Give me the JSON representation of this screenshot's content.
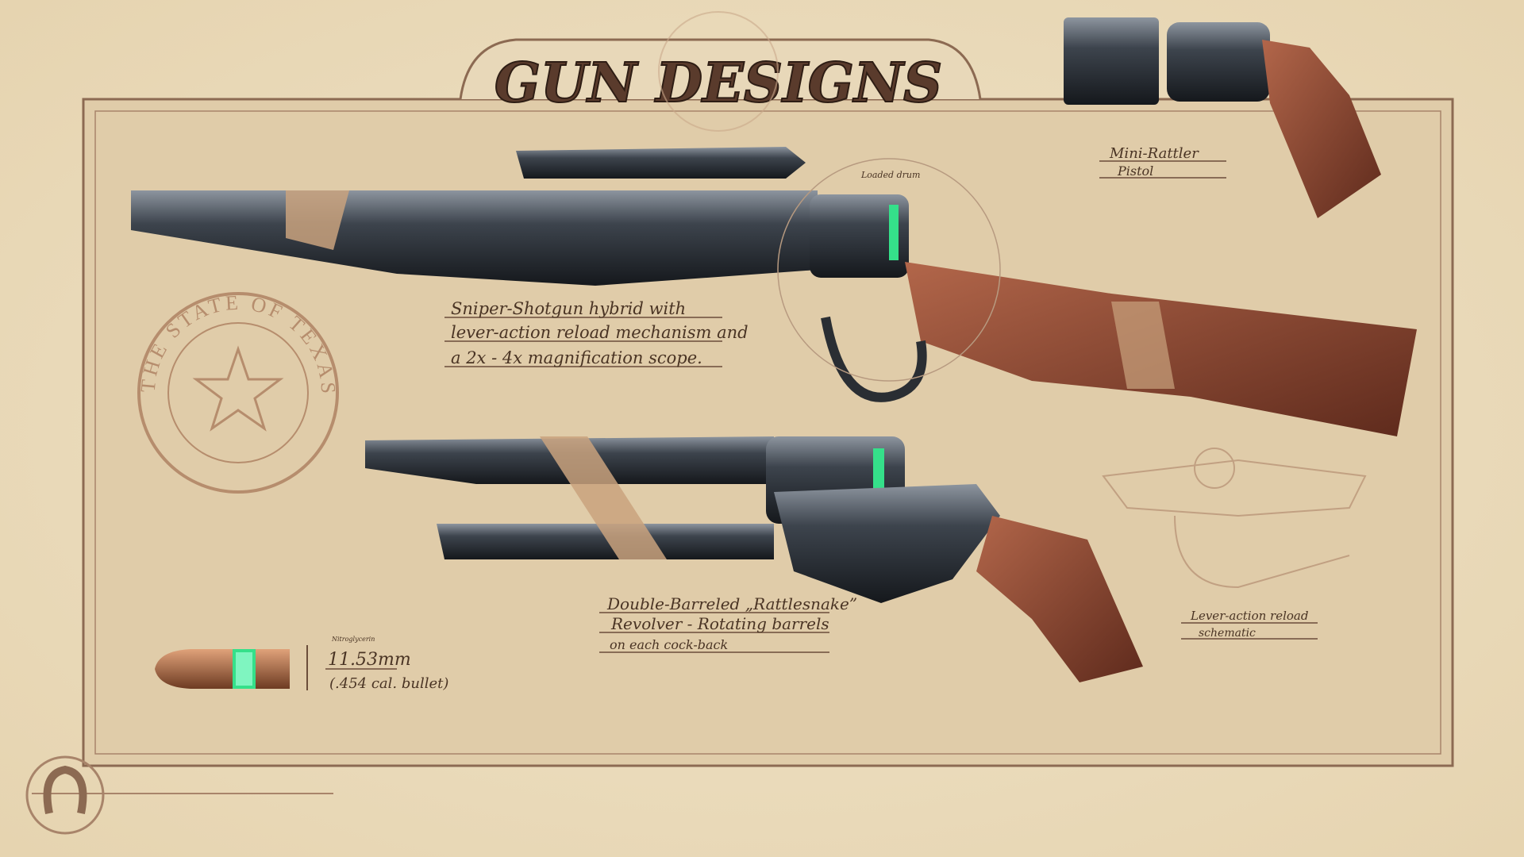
{
  "title": "GUN DESIGNS",
  "seal": {
    "text": "THE STATE OF TEXAS"
  },
  "rifle": {
    "label": "Loaded drum",
    "notes": [
      "Sniper-Shotgun hybrid with",
      "lever-action reload mechanism and",
      "a 2x - 4x magnification scope."
    ]
  },
  "revolver": {
    "notes": [
      "Double-Barreled „Rattlesnake”",
      "Revolver - Rotating barrels",
      "on each cock-back"
    ]
  },
  "pistol": {
    "notes": [
      "Mini-Rattler",
      "Pistol"
    ]
  },
  "schematic": {
    "notes": [
      "Lever-action reload",
      "schematic"
    ]
  },
  "bullet": {
    "label": "Nitroglycerin",
    "size": "11.53mm",
    "caliber": "(.454 cal. bullet)"
  },
  "colors": {
    "parchment": "#efe2c6",
    "panel": "#e2cfae",
    "ink": "#4a3424",
    "steel": "#3b4048",
    "wood": "#8a4a32",
    "glow": "#35e08a",
    "wrap": "#c9a27e"
  }
}
